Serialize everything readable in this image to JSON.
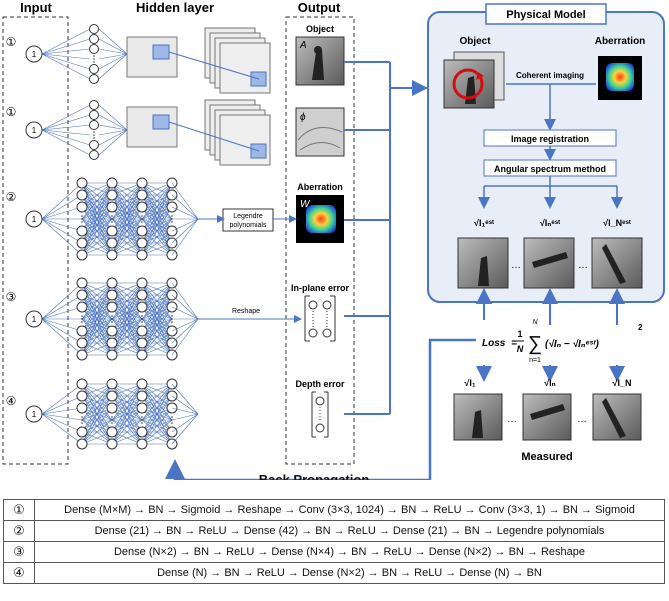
{
  "headers": {
    "input": "Input",
    "hidden": "Hidden layer",
    "output": "Output"
  },
  "rows": [
    {
      "marker": "①"
    },
    {
      "marker": "①"
    },
    {
      "marker": "②"
    },
    {
      "marker": "③"
    },
    {
      "marker": "④"
    }
  ],
  "input_node": "1",
  "output": {
    "object_label": "Object",
    "object_symbol": "A",
    "phase_symbol": "ϕ",
    "aberration_label": "Aberration",
    "aberration_symbol": "W",
    "legendre_box": "Legendre polynomials",
    "inplane_label": "In-plane error",
    "reshape_label": "Reshape",
    "depth_label": "Depth error"
  },
  "physical_model": {
    "title": "Physical Model",
    "object_label": "Object",
    "aberration_label": "Aberration",
    "coherent_label": "Coherent imaging",
    "registration_box": "Image registration",
    "angular_box": "Angular spectrum method",
    "est_labels": [
      "√I₁ᵉˢᵗ",
      "√Iₙᵉˢᵗ",
      "√I_Nᵉˢᵗ"
    ],
    "ellipsis": "…"
  },
  "loss": {
    "label": "Loss",
    "equals": "=",
    "frac_num": "1",
    "frac_den": "N",
    "sum_top": "N",
    "sum_bottom": "n=1",
    "expr": "(√Iₙ − √Iₙᵉˢᵗ)",
    "power": "2"
  },
  "measured": {
    "labels": [
      "√I₁",
      "√Iₙ",
      "√I_N"
    ],
    "title": "Measured",
    "ellipsis": "…"
  },
  "back_propagation": "Back Propagation",
  "table": [
    {
      "num": "①",
      "text": "Dense (M×M) → BN → Sigmoid → Reshape → Conv (3×3, 1024) → BN → ReLU → Conv (3×3, 1) → BN → Sigmoid"
    },
    {
      "num": "②",
      "text": "Dense (21) → BN → ReLU → Dense (42) → BN → ReLU → Dense (21) → BN → Legendre polynomials"
    },
    {
      "num": "③",
      "text": "Dense (N×2) → BN → ReLU → Dense (N×4) → BN → ReLU → Dense (N×2) → BN → Reshape"
    },
    {
      "num": "④",
      "text": "Dense (N) → BN → ReLU → Dense (N×2) → BN → ReLU → Dense (N) → BN"
    }
  ],
  "colors": {
    "accent": "#4a74c4",
    "panel_bg": "#e8eef8",
    "square": "#9fb7e4"
  }
}
